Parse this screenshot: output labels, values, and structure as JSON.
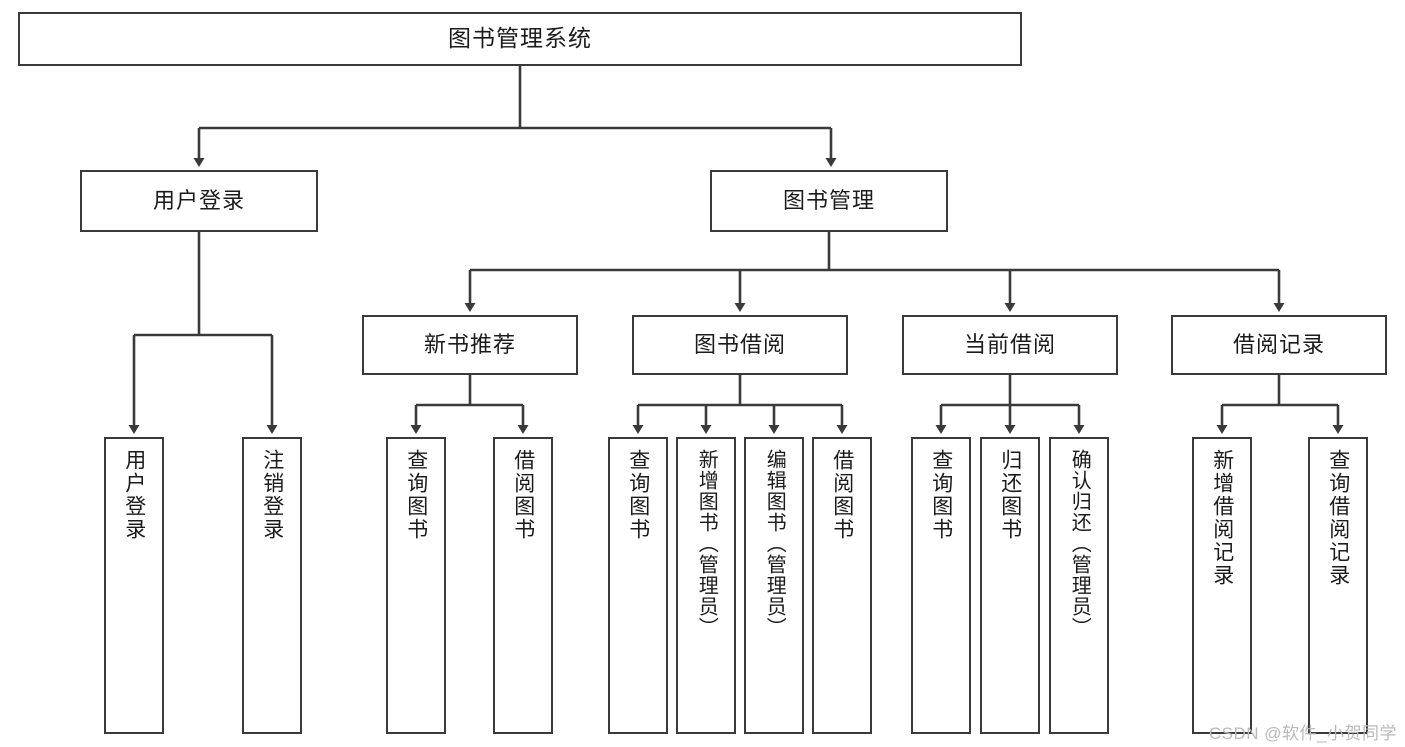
{
  "diagram": {
    "type": "tree-hierarchy",
    "title": "图书管理系统",
    "orientation": "top-down",
    "line_color": "#3a3a3a",
    "box_fill": "#ffffff",
    "text_color": "#1b1b1b"
  },
  "root": {
    "label": "图书管理系统"
  },
  "level2": [
    {
      "label": "用户登录"
    },
    {
      "label": "图书管理"
    }
  ],
  "level3": [
    {
      "label": "新书推荐"
    },
    {
      "label": "图书借阅"
    },
    {
      "label": "当前借阅"
    },
    {
      "label": "借阅记录"
    }
  ],
  "leaves": {
    "user_login": [
      {
        "label": "用户登录"
      },
      {
        "label": "注销登录"
      }
    ],
    "new_book": [
      {
        "label": "查询图书"
      },
      {
        "label": "借阅图书"
      }
    ],
    "book_borrow": [
      {
        "label": "查询图书"
      },
      {
        "label": "新增图书（管理员）"
      },
      {
        "label": "编辑图书（管理员）"
      },
      {
        "label": "借阅图书"
      }
    ],
    "current_borrow": [
      {
        "label": "查询图书"
      },
      {
        "label": "归还图书"
      },
      {
        "label": "确认归还（管理员）"
      }
    ],
    "borrow_record": [
      {
        "label": "新增借阅记录"
      },
      {
        "label": "查询借阅记录"
      }
    ]
  },
  "watermark": {
    "text": "CSDN @软件_小贺同学"
  }
}
